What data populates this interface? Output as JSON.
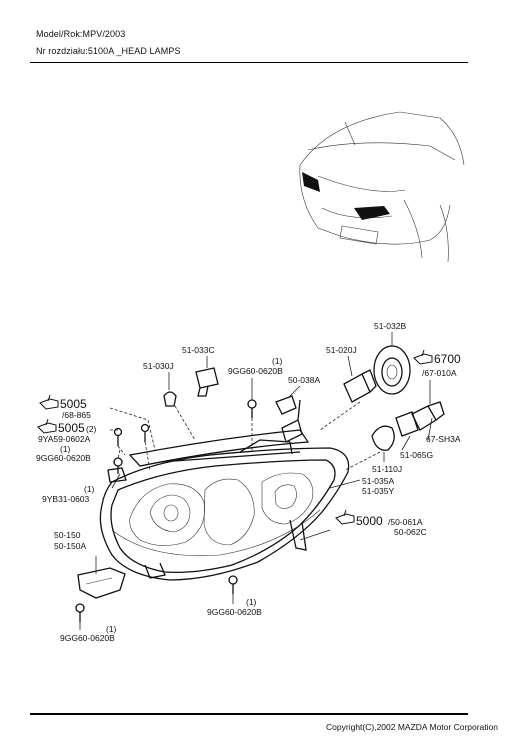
{
  "header": {
    "model_line": "Model/Rok:MPV/2003",
    "section_line": "Nr rozdziału:5100A _HEAD LAMPS"
  },
  "footer": {
    "copyright": "Copyright(C),2002 MAZDA Motor Corporation"
  },
  "callouts": {
    "c51_033C": "51-033C",
    "c51_030J": "51-030J",
    "c9GG_top_qty": "(1)",
    "c9GG_top": "9GG60-0620B",
    "c50_038A": "50-038A",
    "c51_020J": "51-020J",
    "c51_032B": "51-032B",
    "c6700": "6700",
    "c67_010A": "/67-010A",
    "c5005a": "5005",
    "c68_865": "/68-865",
    "c5005b": "5005",
    "c5005b_qty": "(2)",
    "c9YA59": "9YA59-0602A",
    "c9GG_left_qty": "(1)",
    "c9GG_left": "9GG60-0620B",
    "c9YB_qty": "(1)",
    "c9YB31": "9YB31-0603",
    "c67_SH3A": "67-SH3A",
    "c51_065G": "51-065G",
    "c51_110J": "51-110J",
    "c51_035A": "51-035A",
    "c51_035Y": "51-035Y",
    "c5000": "5000",
    "c50_061A": "/50-061A",
    "c50_062C": "50-062C",
    "c50_150": "50-150",
    "c50_150A": "50-150A",
    "c9GG_bot_qty": "(1)",
    "c9GG_bot": "9GG60-0620B",
    "c9GG_botleft_qty": "(1)",
    "c9GG_botleft": "9GG60-0620B"
  },
  "icons": [
    "pointing-hand-icon"
  ]
}
